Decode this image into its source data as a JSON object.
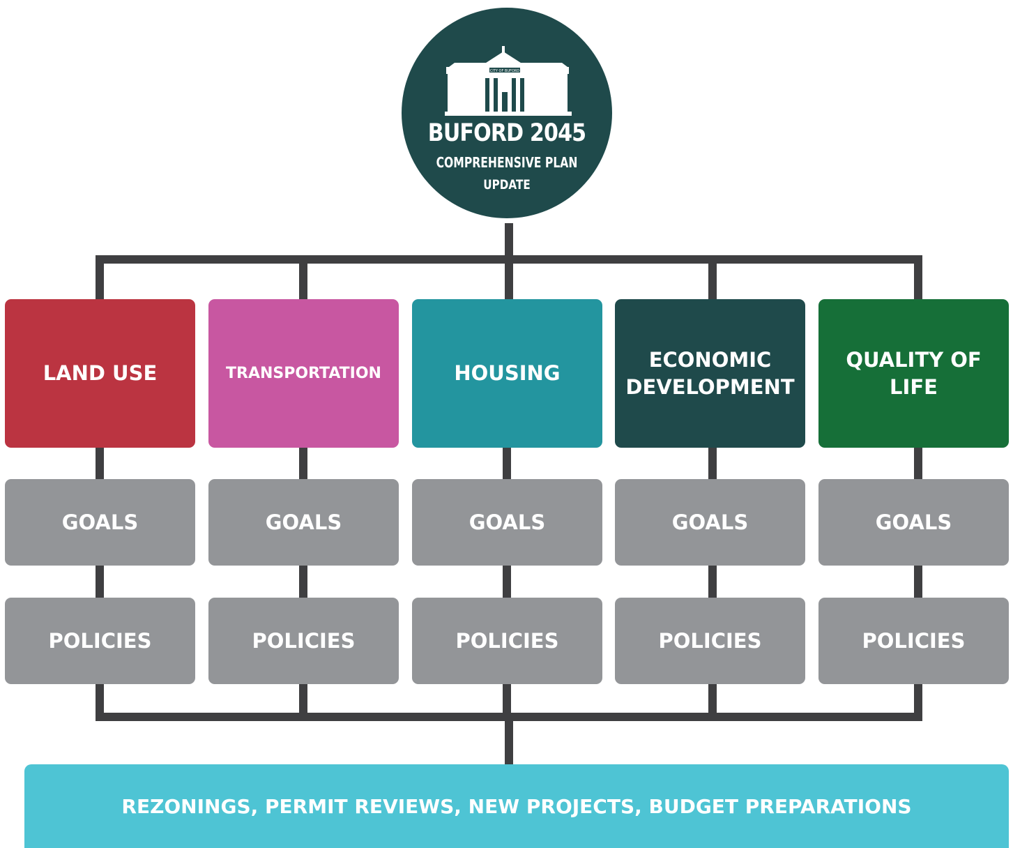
{
  "logo": {
    "title": "BUFORD 2045",
    "subtitle": "COMPREHENSIVE PLAN",
    "update": "UPDATE",
    "building_icon": "city-hall-building-icon",
    "building_sign": "CITY OF BUFORD"
  },
  "topics": [
    {
      "label": "LAND USE",
      "color": "#bb3441"
    },
    {
      "label": "TRANSPORTATION",
      "color": "#c857a1"
    },
    {
      "label": "HOUSING",
      "color": "#23959f"
    },
    {
      "label": "ECONOMIC DEVELOPMENT",
      "color": "#1f4a4b"
    },
    {
      "label": "QUALITY OF LIFE",
      "color": "#166f38"
    }
  ],
  "goals_label": "GOALS",
  "policies_label": "POLICIES",
  "outcome": {
    "label": "REZONINGS, PERMIT REVIEWS, NEW PROJECTS, BUDGET PREPARATIONS",
    "color": "#4ec4d4"
  },
  "colors": {
    "stage_gray": "#939598",
    "connector": "#3f3f41"
  }
}
